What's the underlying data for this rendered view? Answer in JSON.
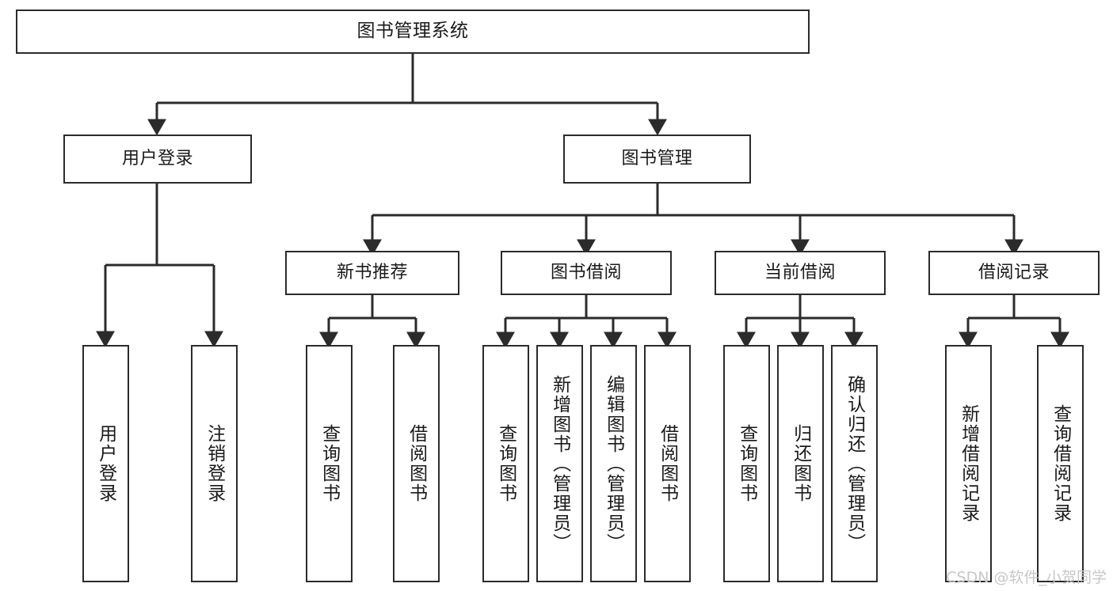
{
  "diagram": {
    "title": "图书管理系统",
    "type": "hierarchy-tree",
    "orientation": "top-down",
    "nodes": {
      "root": {
        "label": "图书管理系统"
      },
      "level2": [
        {
          "id": "user-login",
          "label": "用户登录"
        },
        {
          "id": "book-management",
          "label": "图书管理"
        }
      ],
      "level3": [
        {
          "id": "new-book-recommend",
          "label": "新书推荐",
          "parent": "book-management"
        },
        {
          "id": "book-borrow",
          "label": "图书借阅",
          "parent": "book-management"
        },
        {
          "id": "current-borrow",
          "label": "当前借阅",
          "parent": "book-management"
        },
        {
          "id": "borrow-record",
          "label": "借阅记录",
          "parent": "book-management"
        }
      ],
      "leaves": [
        {
          "id": "leaf-user-login",
          "label": "用户登录",
          "parent": "user-login"
        },
        {
          "id": "leaf-user-logout",
          "label": "注销登录",
          "parent": "user-login"
        },
        {
          "id": "leaf-query-book-1",
          "label": "查询图书",
          "parent": "new-book-recommend"
        },
        {
          "id": "leaf-borrow-book-1",
          "label": "借阅图书",
          "parent": "new-book-recommend"
        },
        {
          "id": "leaf-query-book-2",
          "label": "查询图书",
          "parent": "book-borrow"
        },
        {
          "id": "leaf-add-book",
          "label": "新增图书（管理员）",
          "parent": "book-borrow"
        },
        {
          "id": "leaf-edit-book",
          "label": "编辑图书（管理员）",
          "parent": "book-borrow"
        },
        {
          "id": "leaf-borrow-book-2",
          "label": "借阅图书",
          "parent": "book-borrow"
        },
        {
          "id": "leaf-query-book-3",
          "label": "查询图书",
          "parent": "current-borrow"
        },
        {
          "id": "leaf-return-book",
          "label": "归还图书",
          "parent": "current-borrow"
        },
        {
          "id": "leaf-confirm-return",
          "label": "确认归还（管理员）",
          "parent": "current-borrow"
        },
        {
          "id": "leaf-add-record",
          "label": "新增借阅记录",
          "parent": "borrow-record"
        },
        {
          "id": "leaf-query-record",
          "label": "查询借阅记录",
          "parent": "borrow-record"
        }
      ]
    },
    "colors": {
      "stroke": "#2b2b2b",
      "fill": "#ffffff",
      "text": "#1a1a1a",
      "watermark": "#c7c7c7"
    }
  },
  "watermark": {
    "text": "CSDN @软件_小贺同学"
  }
}
